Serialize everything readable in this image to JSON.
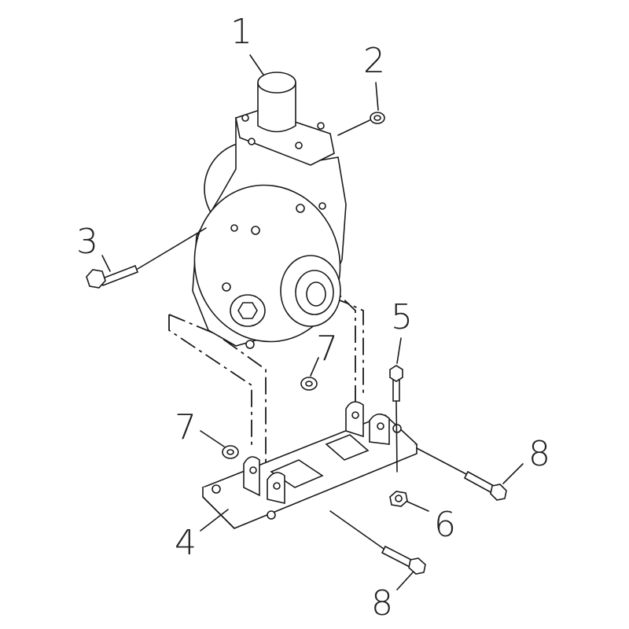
{
  "diagram": {
    "type": "exploded-parts-view",
    "callouts": [
      "1",
      "2",
      "3",
      "4",
      "5",
      "6",
      "7",
      "7",
      "8",
      "8"
    ],
    "parts": [
      {
        "number": "1",
        "part": "pump"
      },
      {
        "number": "2",
        "part": "nut"
      },
      {
        "number": "3",
        "part": "bolt"
      },
      {
        "number": "4",
        "part": "base-plate"
      },
      {
        "number": "5",
        "part": "bolt"
      },
      {
        "number": "6",
        "part": "nut"
      },
      {
        "number": "7",
        "part": "nut"
      },
      {
        "number": "8",
        "part": "bolt"
      }
    ]
  }
}
